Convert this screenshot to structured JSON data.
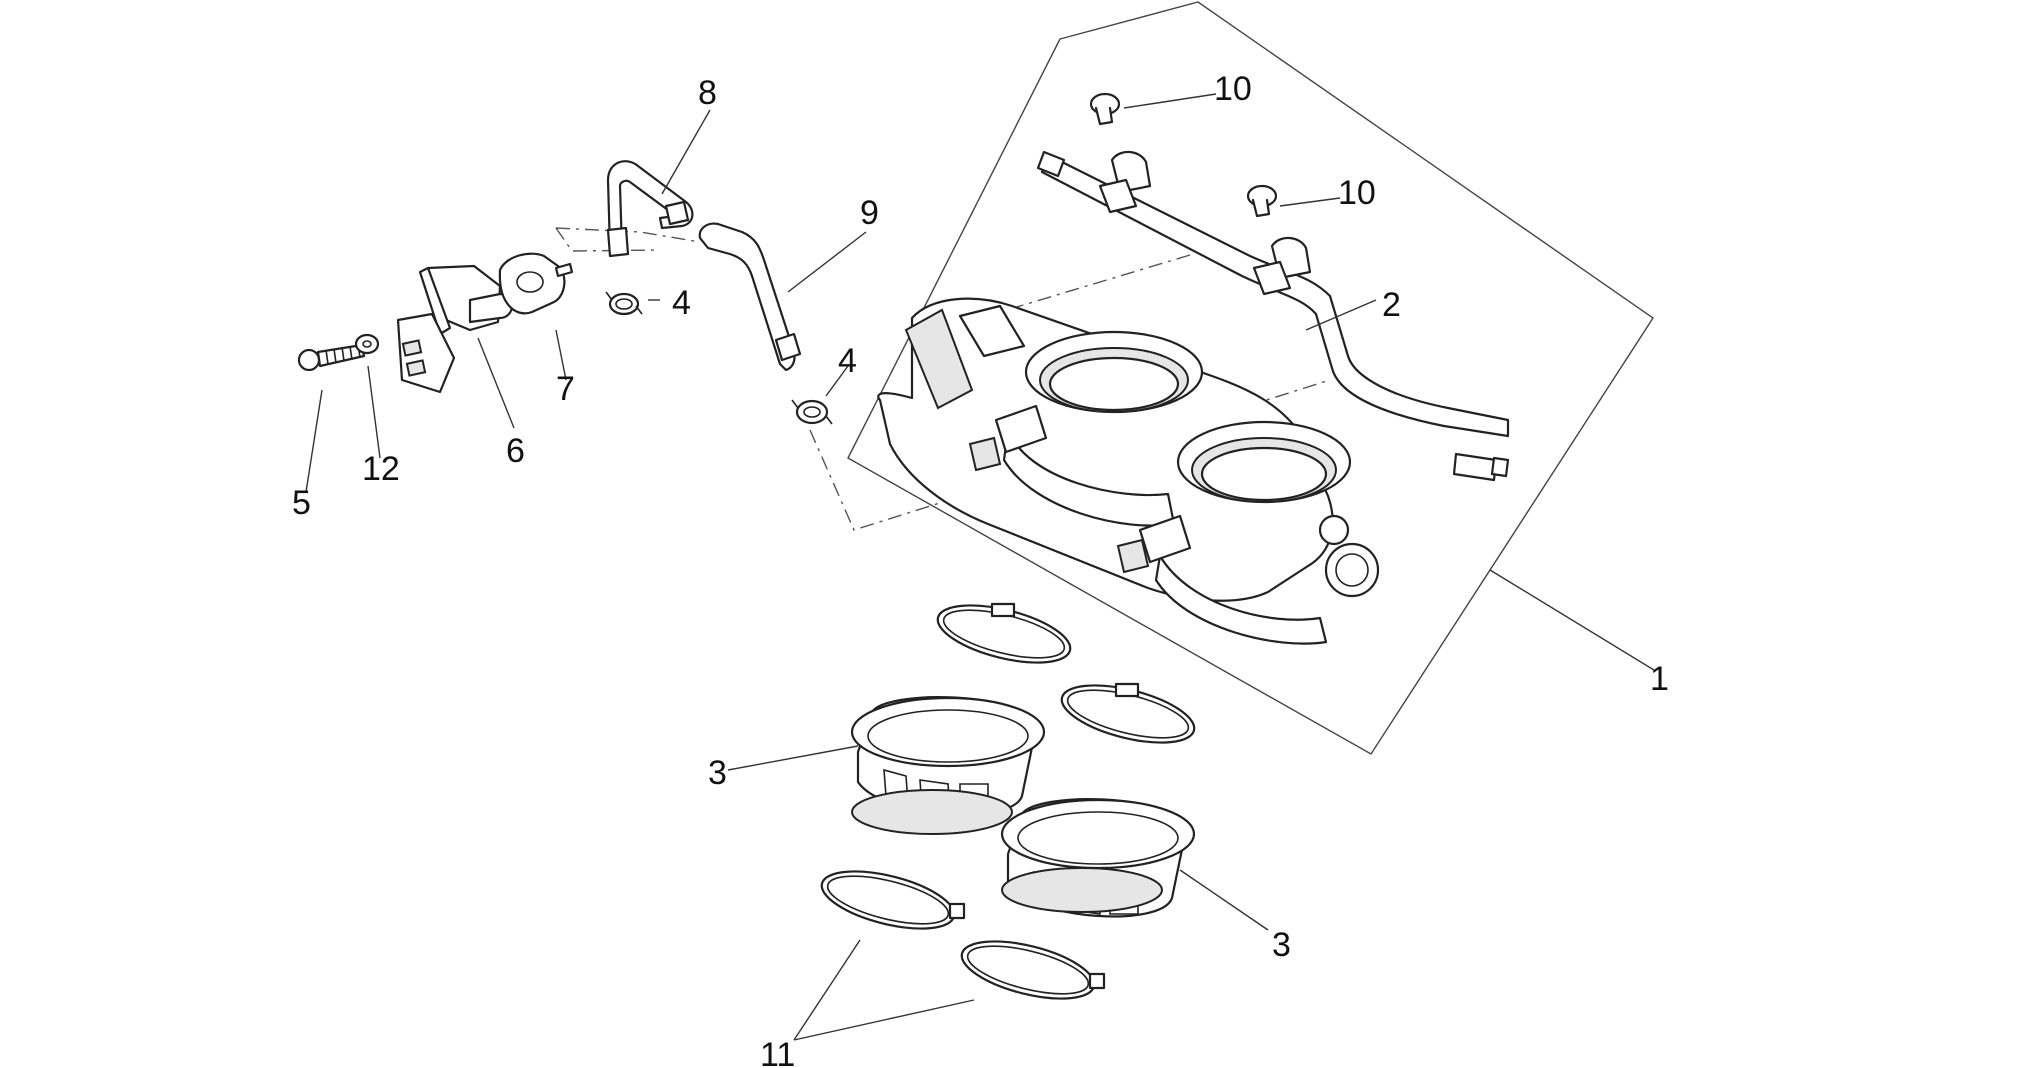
{
  "callouts": {
    "c1": "1",
    "c2": "2",
    "c3a": "3",
    "c3b": "3",
    "c4a": "4",
    "c4b": "4",
    "c5": "5",
    "c6": "6",
    "c7": "7",
    "c8": "8",
    "c9": "9",
    "c10a": "10",
    "c10b": "10",
    "c11": "11",
    "c12": "12"
  }
}
